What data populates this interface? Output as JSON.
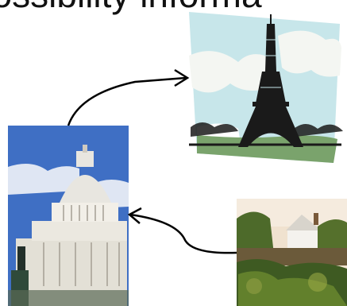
{
  "slide": {
    "heading_fragment": "possibility informa"
  },
  "images": {
    "eiffel": {
      "icon": "eiffel-tower-clipart",
      "colors": {
        "sky": "#c7e6ea",
        "cloud": "#f4f6f2",
        "ground": "#7aa36c",
        "tower": "#1a1a1a"
      }
    },
    "capitol": {
      "icon": "us-capitol-photo",
      "colors": {
        "sky": "#3f6fc4",
        "dome": "#e8e6e0"
      }
    },
    "cottage": {
      "icon": "cottage-pond-painting",
      "colors": {
        "sky": "#f0e2cf",
        "water": "#6b5a3a",
        "foliage": "#4d6a2a"
      }
    }
  },
  "arrows": [
    {
      "from": "capitol",
      "to": "eiffel"
    },
    {
      "from": "cottage",
      "to": "capitol"
    }
  ]
}
